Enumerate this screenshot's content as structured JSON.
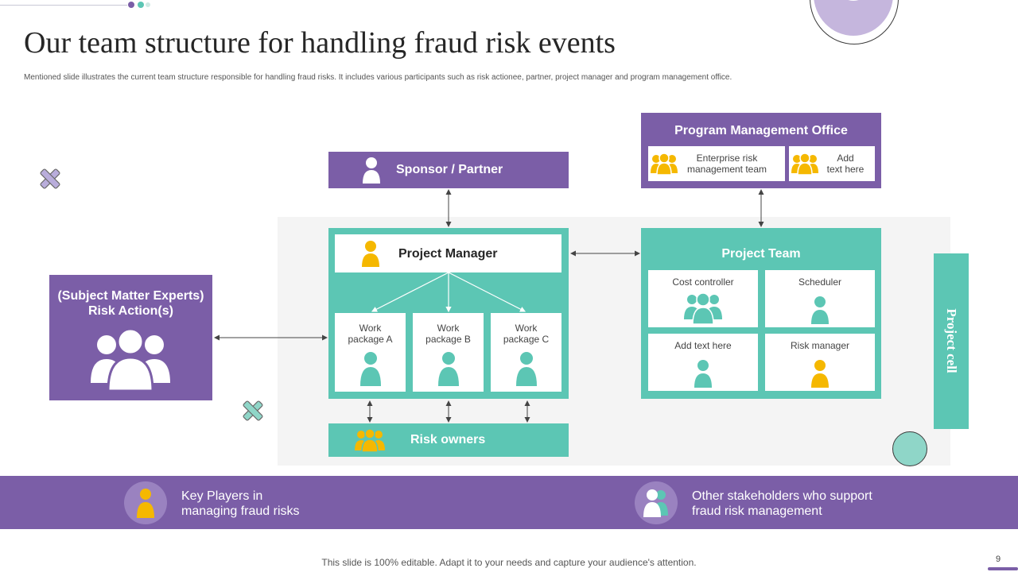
{
  "header": {
    "title": "Our team structure for handling fraud risk events",
    "subtitle": "Mentioned slide illustrates the current team structure responsible for handling fraud risks. It includes various participants such as risk actionee, partner, project manager and program management office."
  },
  "nodes": {
    "smes": {
      "line1": "(Subject Matter Experts)",
      "line2": "Risk Action(s)"
    },
    "sponsor": {
      "label": "Sponsor / Partner"
    },
    "pmo": {
      "label": "Program Management Office",
      "items": [
        {
          "line1": "Enterprise risk",
          "line2": "management team"
        },
        {
          "line1": "Add",
          "line2": "text here"
        }
      ]
    },
    "project_manager": {
      "label": "Project Manager",
      "work_packages": [
        {
          "line1": "Work",
          "line2": "package A"
        },
        {
          "line1": "Work",
          "line2": "package B"
        },
        {
          "line1": "Work",
          "line2": "package C"
        }
      ]
    },
    "project_team": {
      "label": "Project Team",
      "roles": [
        "Cost controller",
        "Scheduler",
        "Add text here",
        "Risk manager"
      ]
    },
    "risk_owners": {
      "label": "Risk owners"
    },
    "project_cell": {
      "label": "Project cell"
    }
  },
  "legend": {
    "key_players": {
      "line1": "Key Players in",
      "line2": "managing fraud risks"
    },
    "others": {
      "line1": "Other stakeholders who support",
      "line2": "fraud risk management"
    }
  },
  "footer": {
    "note": "This slide is 100% editable. Adapt it to your needs and capture your audience's attention.",
    "page_number": "9"
  },
  "colors": {
    "purple": "#7b5ea7",
    "teal": "#5cc6b4",
    "yellow": "#f5b800",
    "light_purple": "#c5b6dd"
  }
}
